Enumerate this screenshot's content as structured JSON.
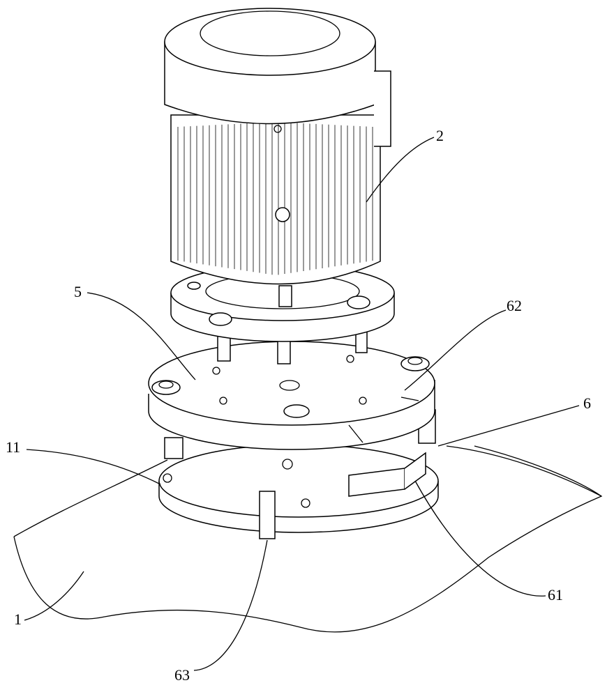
{
  "figure": {
    "labels": {
      "motor": "2",
      "upper_plate": "5",
      "notch": "62",
      "limit_assembly": "6",
      "base_plate": "11",
      "arc_block": "61",
      "base": "1",
      "stop_block": "63"
    }
  }
}
